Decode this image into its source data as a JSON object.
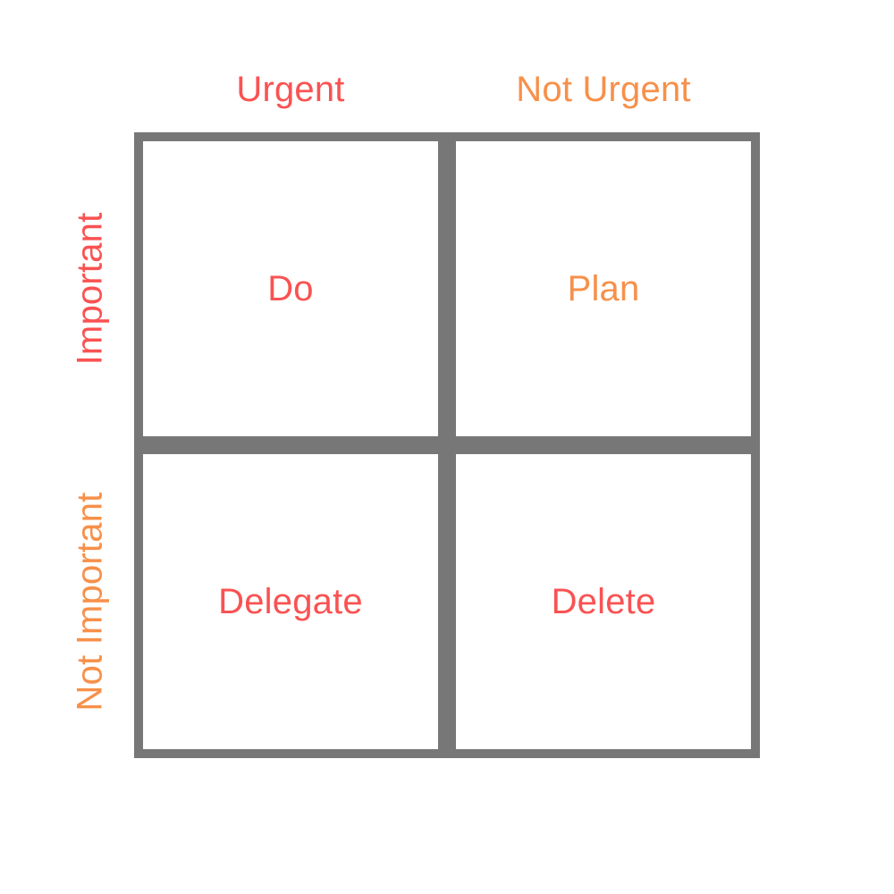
{
  "diagram": {
    "type": "eisenhower-matrix",
    "background_color": "#FFFFFF",
    "border_color": "#777777",
    "palette": {
      "red": "#FA5252",
      "orange": "#F7904A"
    }
  },
  "columns": [
    {
      "label": "Urgent",
      "color": "#FA5252"
    },
    {
      "label": "Not Urgent",
      "color": "#F7904A"
    }
  ],
  "rows": [
    {
      "label": "Important",
      "color": "#FA5252"
    },
    {
      "label": "Not Important",
      "color": "#F7904A"
    }
  ],
  "quadrants": [
    {
      "label": "Do",
      "color": "#FA5252",
      "row": "Important",
      "column": "Urgent"
    },
    {
      "label": "Plan",
      "color": "#F7904A",
      "row": "Important",
      "column": "Not Urgent"
    },
    {
      "label": "Delegate",
      "color": "#FA5252",
      "row": "Not Important",
      "column": "Urgent"
    },
    {
      "label": "Delete",
      "color": "#FA5252",
      "row": "Not Important",
      "column": "Not Urgent"
    }
  ]
}
